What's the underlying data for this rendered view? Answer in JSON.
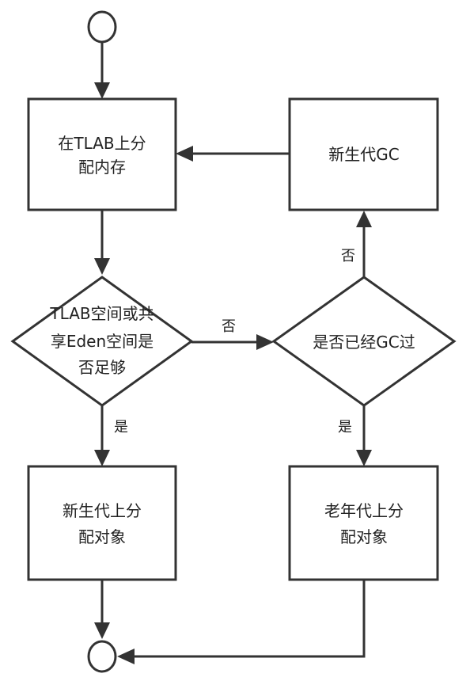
{
  "diagram": {
    "nodes": {
      "tlab_alloc": [
        "在TLAB上分",
        "配内存"
      ],
      "minor_gc": [
        "新生代GC"
      ],
      "space_check": [
        "TLAB空间或共",
        "享Eden空间是",
        "否足够"
      ],
      "gc_check": [
        "是否已经GC过"
      ],
      "young_alloc": [
        "新生代上分",
        "配对象"
      ],
      "old_alloc": [
        "老年代上分",
        "配对象"
      ]
    },
    "edges": {
      "space_no": "否",
      "space_yes": "是",
      "gc_no": "否",
      "gc_yes": "是"
    }
  }
}
